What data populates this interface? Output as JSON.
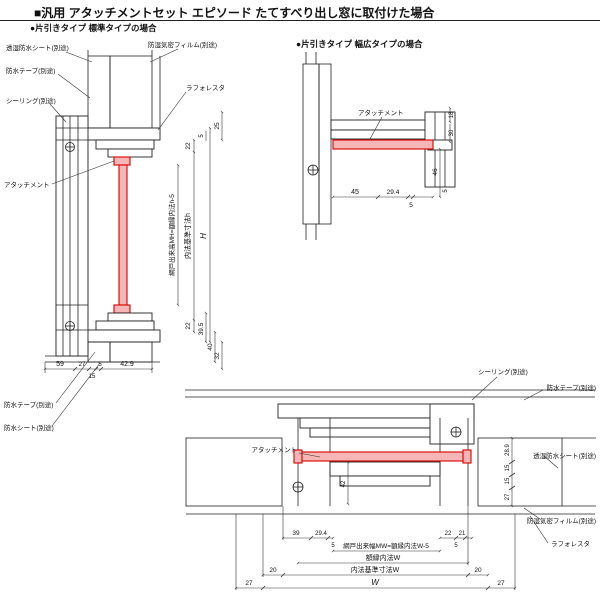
{
  "page": {
    "title": "■汎用 アタッチメントセット エピソード たてすべり出し窓に取付けた場合"
  },
  "colors": {
    "red": "#d60000",
    "pink": "#f7b6b6"
  },
  "left": {
    "subtitle": "●片引きタイプ 標準タイプの場合",
    "labels": {
      "sheet_top": "透湿防水シート(別途)",
      "tape_top": "防水テープ(別途)",
      "sealing": "シーリング(別途)",
      "attachment": "アタッチメント",
      "film": "防湿気密フィルム(別途)",
      "laforesta": "ラフォレスタ",
      "tape_bottom": "防水テープ(別途)",
      "sheet_bottom": "防水シート(別途)"
    },
    "dims": {
      "d25": "25",
      "d5_top": "5",
      "d22_top": "22",
      "mw": "網戸出来高MH=額縁内法h-5",
      "naiho": "内法基準寸法h",
      "H": "H",
      "d22_bot": "22",
      "d39_5": "39.5",
      "d40": "40",
      "d32": "32",
      "d59": "59",
      "d27": "27",
      "d15": "15",
      "d5_bot": "5",
      "d42_9": "42.9"
    }
  },
  "right": {
    "subtitle": "●片引きタイプ 幅広タイプの場合",
    "labels": {
      "attachment": "アタッチメント"
    },
    "dims": {
      "d45": "45",
      "d29_4": "29.4",
      "d5": "5",
      "d46": "46",
      "d5b": "5",
      "d18": "18",
      "d30": "30"
    }
  },
  "bottom": {
    "labels": {
      "sealing": "シーリング(別途)",
      "tape": "防水テープ(別途)",
      "attachment": "アタッチメント",
      "sheet": "透湿防水シート(別途)",
      "film": "防湿気密フィルム(別途)",
      "laforesta": "ラフォレスタ"
    },
    "dims": {
      "wall": [
        "28.9",
        "15",
        "15",
        "27"
      ],
      "d42": "42",
      "d39": "39",
      "d29_4": "29.4",
      "d5l": "5",
      "d22": "22",
      "d21": "21",
      "d5r": "5",
      "mw": "網戸出来幅MW=額縁内法W-5",
      "gaku": "額縁内法W",
      "naiho": "内法基準寸法W",
      "d20l": "20",
      "d20r": "20",
      "d27l": "27",
      "d27r": "27",
      "W": "W"
    }
  }
}
